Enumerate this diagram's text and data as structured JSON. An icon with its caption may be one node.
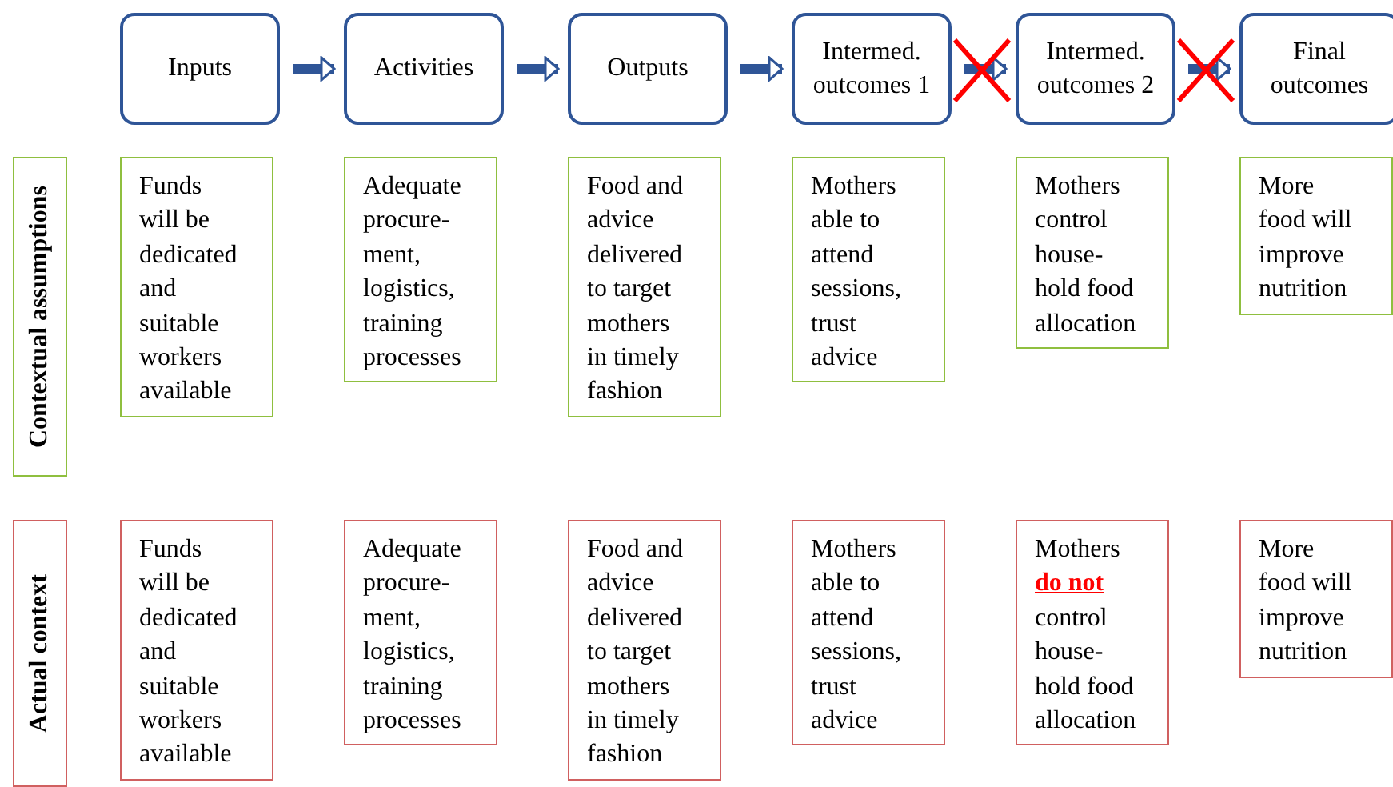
{
  "diagram": {
    "nodes": [
      {
        "text": [
          "Inputs"
        ]
      },
      {
        "text": [
          "Activities"
        ]
      },
      {
        "text": [
          "Outputs"
        ]
      },
      {
        "text": [
          "Intermed. outcomes 1"
        ]
      },
      {
        "text": [
          "Intermed. outcomes 2"
        ]
      },
      {
        "text": [
          "Final outcomes"
        ]
      },
      {
        "text": [
          "Contextual assumptions"
        ]
      },
      {
        "text": [
          "Funds will be dedicated and suitable workers available"
        ]
      },
      {
        "text": [
          "Adequate procure- ment, logistics, training processes"
        ]
      },
      {
        "text": [
          "Food and advice delivered to target mothers in timely fashion"
        ]
      },
      {
        "text": [
          "Mothers able to attend sessions, trust advice"
        ]
      },
      {
        "text": [
          "Mothers control house- hold food allocation"
        ]
      },
      {
        "text": [
          "More food will improve nutrition"
        ]
      },
      {
        "text": [
          "Actual context"
        ]
      },
      {
        "text": [
          "Funds will be dedicated and suitable workers available"
        ]
      },
      {
        "text": [
          "Adequate procure- ment, logistics, training processes"
        ]
      },
      {
        "text": [
          "Food and advice delivered to target mothers in timely fashion"
        ]
      },
      {
        "text": [
          "Mothers able to attend sessions, trust advice"
        ]
      },
      {
        "text": [
          "Mothers **do not** control house- hold food allocation"
        ]
      },
      {
        "text": [
          "More food will improve nutrition"
        ]
      }
    ],
    "edges": [
      {
        "from": 0,
        "to": 1,
        "arrow": "to"
      },
      {
        "from": 1,
        "to": 2,
        "arrow": "to"
      },
      {
        "from": 2,
        "to": 3,
        "arrow": "to"
      },
      {
        "from": 3,
        "to": 4,
        "arrow": "to"
      },
      {
        "from": 4,
        "to": 5,
        "arrow": "to"
      }
    ]
  }
}
